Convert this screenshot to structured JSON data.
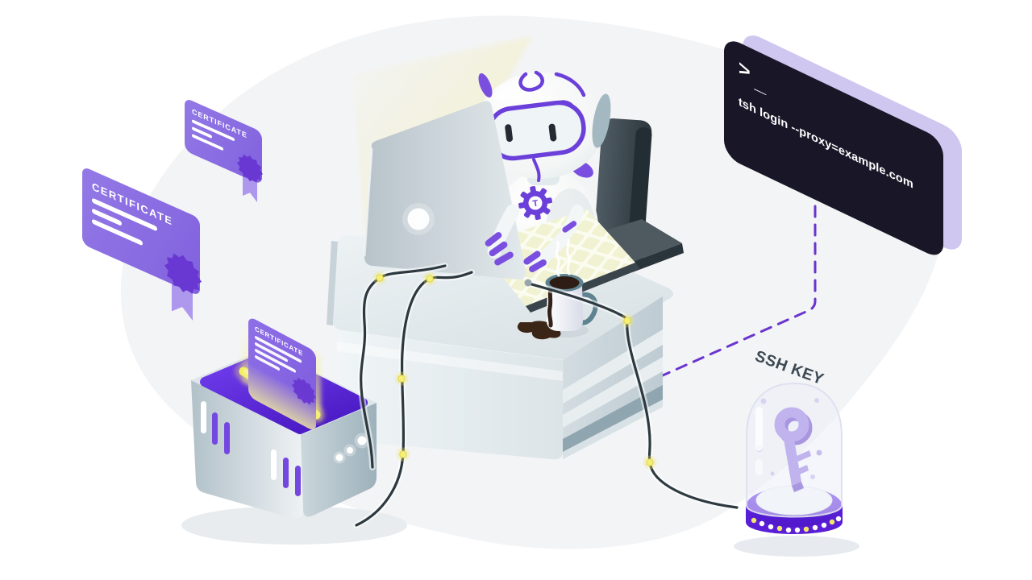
{
  "terminal": {
    "prompt": ">",
    "cursor": "_",
    "command": "tsh login --proxy=example.com"
  },
  "certificates": {
    "title": "CERTIFICATE"
  },
  "labels": {
    "ssh_key": "SSH KEY"
  },
  "robot": {
    "logo_letter": "T"
  },
  "colors": {
    "background": "#FFFFFF",
    "blob": "#F3F4F6",
    "terminal_bg": "#191627",
    "terminal_shadow": "#CFC7F0",
    "certificate_purple": "#8A6CE0",
    "seal_purple": "#6937D2",
    "server_top_purple": "#5B2BD9",
    "slot_yellow": "#F3ED5A",
    "cable_dark": "#2C3940",
    "node_yellow": "#F2E96B",
    "dashed_connector_purple": "#6A35CF",
    "ssh_key_text": "#3C4953",
    "robot_purple": "#6B3FD9",
    "dome_base_purple": "#5A1ED6"
  }
}
